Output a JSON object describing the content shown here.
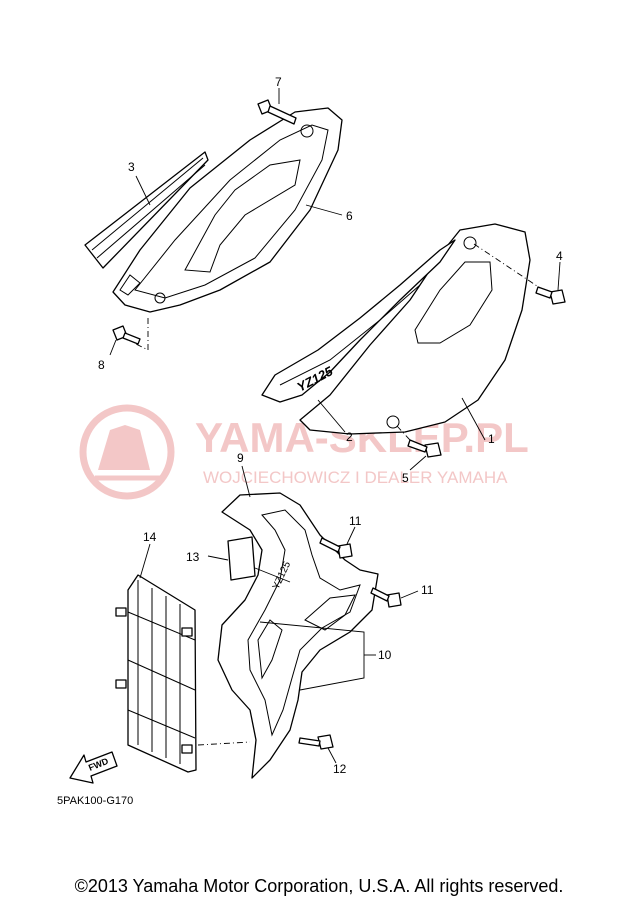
{
  "watermark": {
    "title": "YAMA-SKLEP.PL",
    "subtitle": "WOJCIECHOWICZ I DEALER YAMAHA",
    "color": "#f3c7c7"
  },
  "callouts": [
    "1",
    "2",
    "3",
    "4",
    "5",
    "6",
    "7",
    "8",
    "9",
    "10",
    "11",
    "11",
    "12",
    "13",
    "14"
  ],
  "fwd_label": "FWD",
  "diagram_code": "5PAK100-G170",
  "copyright": "©2013 Yamaha Motor Corporation, U.S.A. All rights reserved."
}
